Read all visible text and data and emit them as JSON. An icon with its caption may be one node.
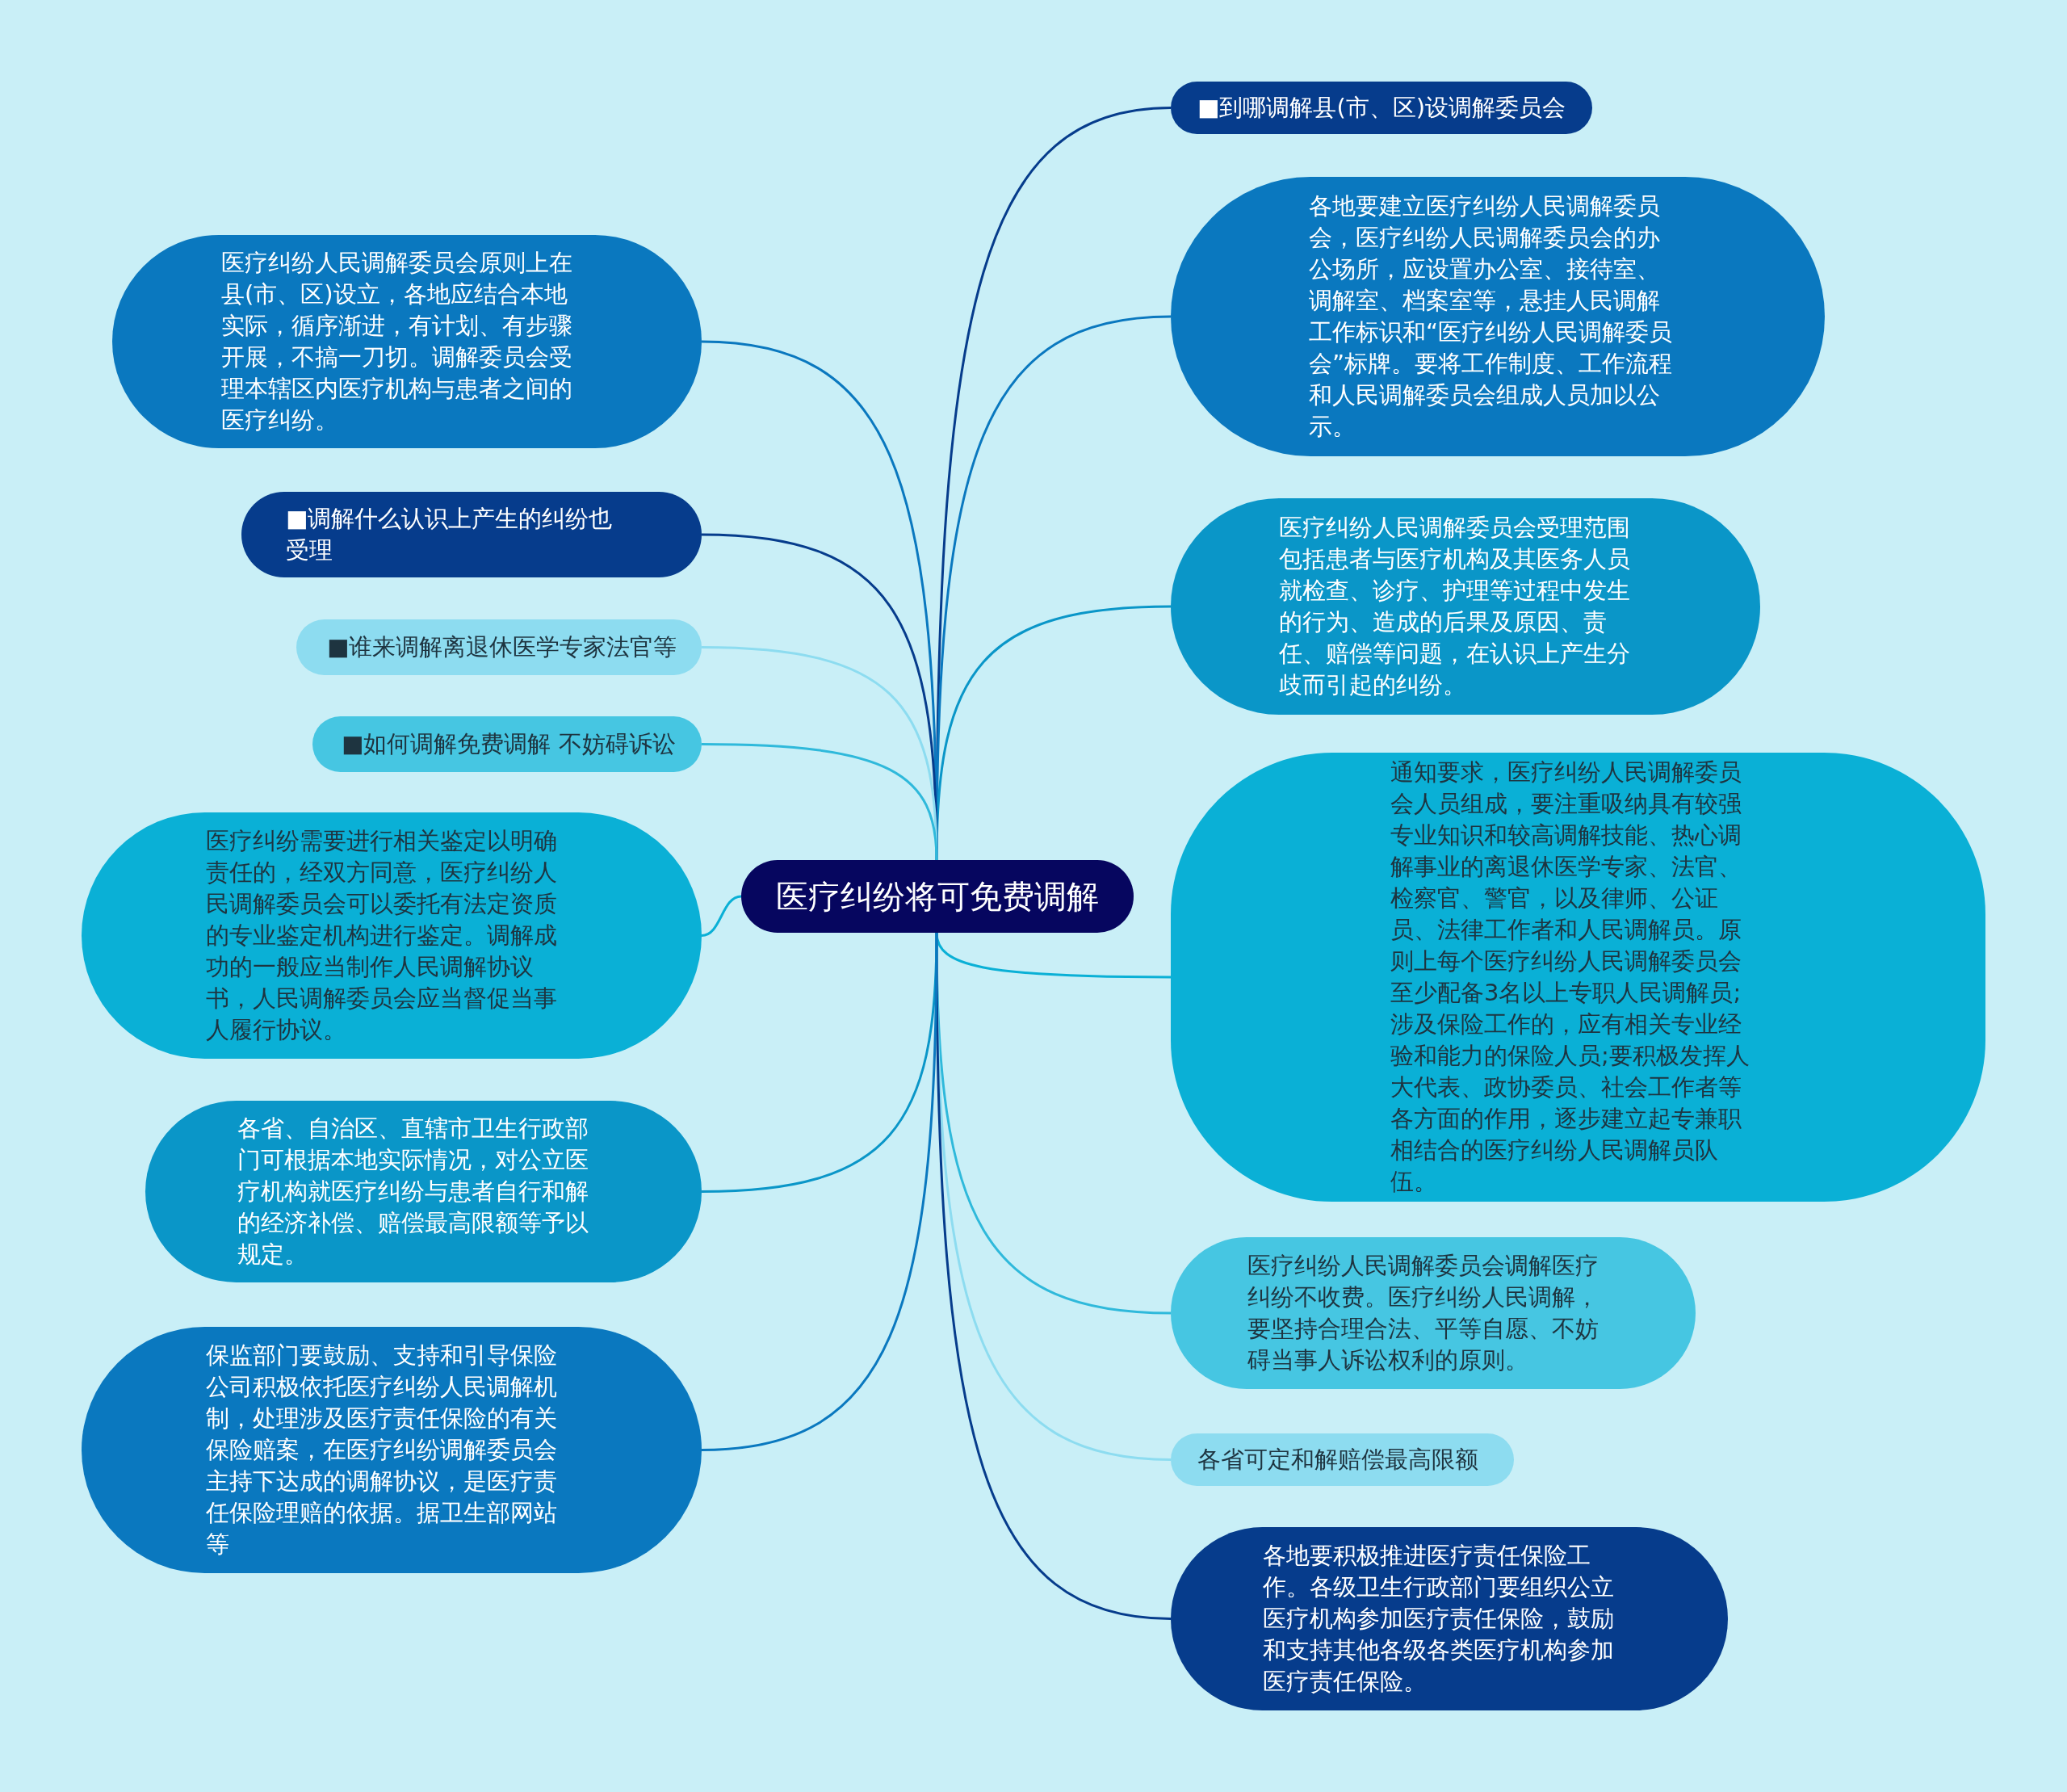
{
  "diagram": {
    "nodes": [
      {
        "text": [
          "医疗纠纷将可免费调解"
        ]
      },
      {
        "text": [
          "■到哪调解县(市、区)设调解委员会"
        ]
      },
      {
        "text": [
          "各地要建立医疗纠纷人民调解委员会，医疗纠纷人民调解委员会的办公场所，应设置办公室、接待室、调解室、档案室等，悬挂人民调解工作标识和“医疗纠纷人民调解委员会”标牌。要将工作制度、工作流程和人民调解委员会组成人员加以公示。"
        ]
      },
      {
        "text": [
          "医疗纠纷人民调解委员会受理范围包括患者与医疗机构及其医务人员就检查、诊疗、护理等过程中发生的行为、造成的后果及原因、责任、赔偿等问题，在认识上产生分歧而引起的纠纷。"
        ]
      },
      {
        "text": [
          "通知要求，医疗纠纷人民调解委员会人员组成，要注重吸纳具有较强专业知识和较高调解技能、热心调解事业的离退休医学专家、法官、检察官、警官，以及律师、公证员、法律工作者和人民调解员。原则上每个医疗纠纷人民调解委员会至少配备3名以上专职人民调解员;涉及保险工作的，应有相关专业经验和能力的保险人员;要积极发挥人大代表、政协委员、社会工作者等各方面的作用，逐步建立起专兼职相结合的医疗纠纷人民调解员队伍。"
        ]
      },
      {
        "text": [
          "医疗纠纷人民调解委员会调解医疗纠纷不收费。医疗纠纷人民调解，要坚持合理合法、平等自愿、不妨碍当事人诉讼权利的原则。"
        ]
      },
      {
        "text": [
          "各省可定和解赔偿最高限额"
        ]
      },
      {
        "text": [
          "各地要积极推进医疗责任保险工作。各级卫生行政部门要组织公立医疗机构参加医疗责任保险，鼓励和支持其他各级各类医疗机构参加医疗责任保险。"
        ]
      },
      {
        "text": [
          "医疗纠纷人民调解委员会原则上在县(市、区)设立，各地应结合本地实际，循序渐进，有计划、有步骤开展，不搞一刀切。调解委员会受理本辖区内医疗机构与患者之间的医疗纠纷。"
        ]
      },
      {
        "text": [
          "■调解什么认识上产生的纠纷也受理"
        ]
      },
      {
        "text": [
          "■谁来调解离退休医学专家法官等"
        ]
      },
      {
        "text": [
          "■如何调解免费调解 不妨碍诉讼"
        ]
      },
      {
        "text": [
          "医疗纠纷需要进行相关鉴定以明确责任的，经双方同意，医疗纠纷人民调解委员会可以委托有法定资质的专业鉴定机构进行鉴定。调解成功的一般应当制作人民调解协议书，人民调解委员会应当督促当事人履行协议。"
        ]
      },
      {
        "text": [
          "各省、自治区、直辖市卫生行政部门可根据本地实际情况，对公立医疗机构就医疗纠纷与患者自行和解的经济补偿、赔偿最高限额等予以规定。"
        ]
      },
      {
        "text": [
          "保监部门要鼓励、支持和引导保险公司积极依托医疗纠纷人民调解机制，处理涉及医疗责任保险的有关保险赔案，在医疗纠纷调解委员会主持下达成的调解协议，是医疗责任保险理赔的依据。据卫生部网站等"
        ]
      }
    ],
    "edges": [
      {
        "from": 0,
        "to": 1,
        "arrow": "none",
        "color": "#063c8c"
      },
      {
        "from": 0,
        "to": 2,
        "arrow": "none",
        "color": "#0a78bf"
      },
      {
        "from": 0,
        "to": 3,
        "arrow": "none",
        "color": "#0a96c8"
      },
      {
        "from": 0,
        "to": 4,
        "arrow": "none",
        "color": "#0ab0d6"
      },
      {
        "from": 0,
        "to": 5,
        "arrow": "none",
        "color": "#2fb9db"
      },
      {
        "from": 0,
        "to": 6,
        "arrow": "none",
        "color": "#8ddcf0"
      },
      {
        "from": 0,
        "to": 7,
        "arrow": "none",
        "color": "#063c8c"
      },
      {
        "from": 0,
        "to": 8,
        "arrow": "none",
        "color": "#0a78bf"
      },
      {
        "from": 0,
        "to": 9,
        "arrow": "none",
        "color": "#063c8c"
      },
      {
        "from": 0,
        "to": 10,
        "arrow": "none",
        "color": "#8ddcf0"
      },
      {
        "from": 0,
        "to": 11,
        "arrow": "none",
        "color": "#2fb9db"
      },
      {
        "from": 0,
        "to": 12,
        "arrow": "none",
        "color": "#0ab0d6"
      },
      {
        "from": 0,
        "to": 13,
        "arrow": "none",
        "color": "#0a96c8"
      },
      {
        "from": 0,
        "to": 14,
        "arrow": "none",
        "color": "#0a78bf"
      }
    ]
  }
}
